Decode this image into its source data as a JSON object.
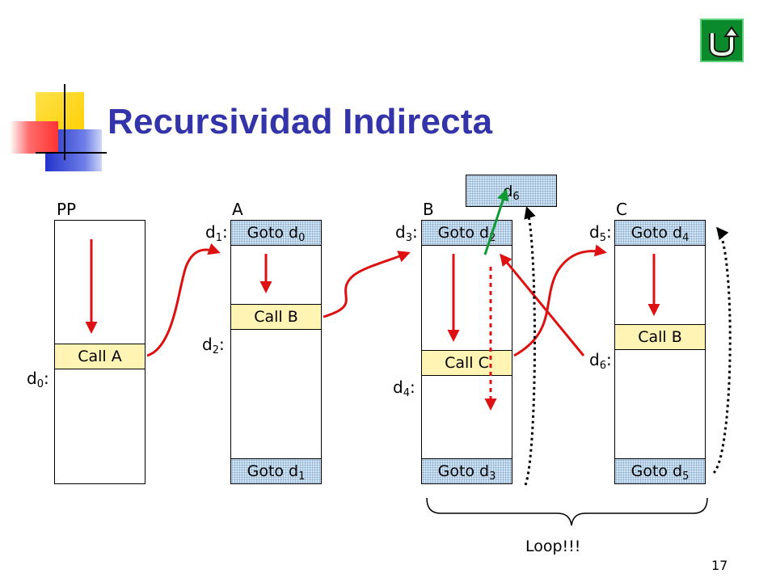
{
  "slide": {
    "title": "Recursividad Indirecta",
    "page_number": "17",
    "loop_label": "Loop!!!"
  },
  "columns": [
    {
      "name": "PP",
      "cells": [
        {
          "kind": "call",
          "text": "Call  A"
        }
      ],
      "labels": [
        {
          "base": "d",
          "sub": "0"
        }
      ]
    },
    {
      "name": "A",
      "cells": [
        {
          "kind": "goto",
          "base": "Goto  d",
          "sub": "0"
        },
        {
          "kind": "call",
          "text": "Call  B"
        },
        {
          "kind": "goto",
          "base": "Goto  d",
          "sub": "1"
        }
      ],
      "labels": [
        {
          "base": "d",
          "sub": "1"
        },
        {
          "base": "d",
          "sub": "2"
        }
      ]
    },
    {
      "name": "B",
      "cells": [
        {
          "kind": "goto",
          "base": "Goto  d",
          "sub": "2"
        },
        {
          "kind": "call",
          "text": "Call  C"
        },
        {
          "kind": "goto",
          "base": "Goto  d",
          "sub": "3"
        }
      ],
      "labels": [
        {
          "base": "d",
          "sub": "3"
        },
        {
          "base": "d",
          "sub": "4"
        }
      ]
    },
    {
      "name": "C",
      "cells": [
        {
          "kind": "goto",
          "base": "Goto  d",
          "sub": "4"
        },
        {
          "kind": "call",
          "text": "Call B"
        },
        {
          "kind": "goto",
          "base": "Goto  d",
          "sub": "5"
        }
      ],
      "labels": [
        {
          "base": "d",
          "sub": "5"
        },
        {
          "base": "d",
          "sub": "6"
        }
      ]
    }
  ],
  "extra_box": {
    "base": "d",
    "sub": "6"
  },
  "colors": {
    "title": "#3333aa",
    "arrow": "#dd1111",
    "green": "#119933",
    "goto": "#cfe4f6",
    "call": "#fff4b4"
  },
  "icons": {
    "nav": "return-u-turn-icon"
  }
}
